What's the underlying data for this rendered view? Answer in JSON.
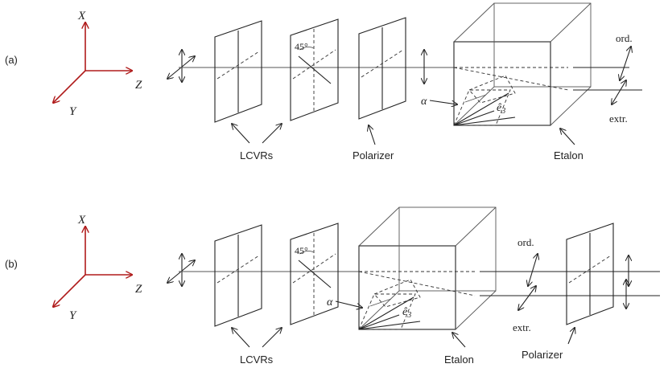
{
  "panels": [
    {
      "id": "a",
      "label": "(a)",
      "axes": {
        "x": "X",
        "y": "Y",
        "z": "Z"
      },
      "labels": {
        "lcvrs": "LCVRs",
        "polarizer": "Polarizer",
        "etalon": "Etalon",
        "ord": "ord.",
        "extr": "extr.",
        "alpha": "α",
        "e3": "ê",
        "e3_sub": "3",
        "angle": "45°"
      }
    },
    {
      "id": "b",
      "label": "(b)",
      "axes": {
        "x": "X",
        "y": "Y",
        "z": "Z"
      },
      "labels": {
        "lcvrs": "LCVRs",
        "polarizer": "Polarizer",
        "etalon": "Etalon",
        "ord": "ord.",
        "extr": "extr.",
        "alpha": "α",
        "e3": "ê",
        "e3_sub": "3",
        "angle": "45°"
      }
    }
  ],
  "colors": {
    "axis": "#b01c1c",
    "line": "#222222"
  }
}
